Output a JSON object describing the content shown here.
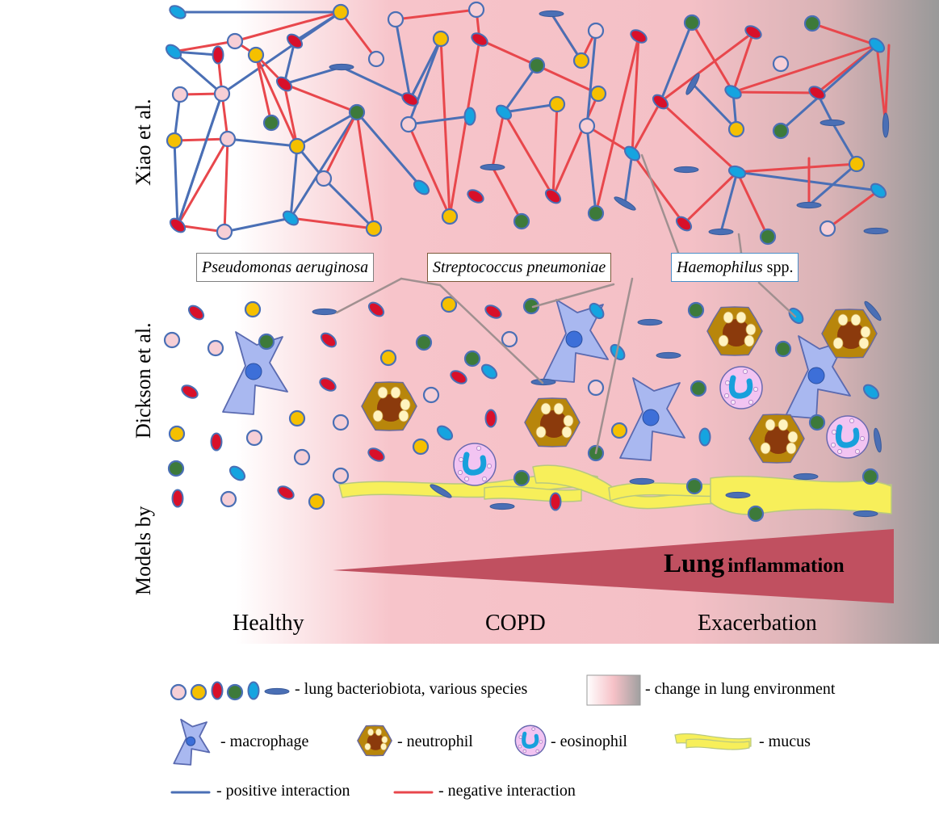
{
  "row_labels": {
    "xiao": "Xiao et al.",
    "dickson": "Dickson et al.",
    "models_by": "Models by"
  },
  "stages": [
    "Healthy",
    "COPD",
    "Exacerbation"
  ],
  "species": [
    {
      "name_italic": "Pseudomonas aeruginosa",
      "suffix": "",
      "border": "#7f7f7f"
    },
    {
      "name_italic": "Streptococcus pneumoniae",
      "suffix": "",
      "border": "#7a5a3a"
    },
    {
      "name_italic": "Haemophilus",
      "suffix": " spp.",
      "border": "#4a8fc8"
    }
  ],
  "inflammation": {
    "word1": "Lung",
    "word2": "inflammation",
    "color": "#c05060"
  },
  "legend": {
    "bacteriobiota": "- lung bacteriobiota,  various species",
    "environment": "- change in lung environment",
    "macrophage": "- macrophage",
    "neutrophil": "- neutrophil",
    "eosinophil": "- eosinophil",
    "mucus": "- mucus",
    "positive": "- positive  interaction",
    "negative": "- negative  interaction"
  },
  "colors": {
    "positive": "#4a6fb5",
    "negative": "#e8474c",
    "bg_healthy": "#ffffff",
    "bg_copd": "#f7c2c8",
    "bg_exacerbation": "#999999",
    "bacteria_pink": "#f6cfd6",
    "bacteria_yellow": "#f5c000",
    "bacteria_red": "#d8102a",
    "bacteria_green": "#3d7a3a",
    "bacteria_cyan": "#15a4e0",
    "bacteria_rod": "#4a6fb5",
    "macrophage": "#a9b8f0",
    "neutrophil": "#b8860b",
    "eosinophil": "#f2c4f2",
    "mucus": "#f7ef5a"
  }
}
